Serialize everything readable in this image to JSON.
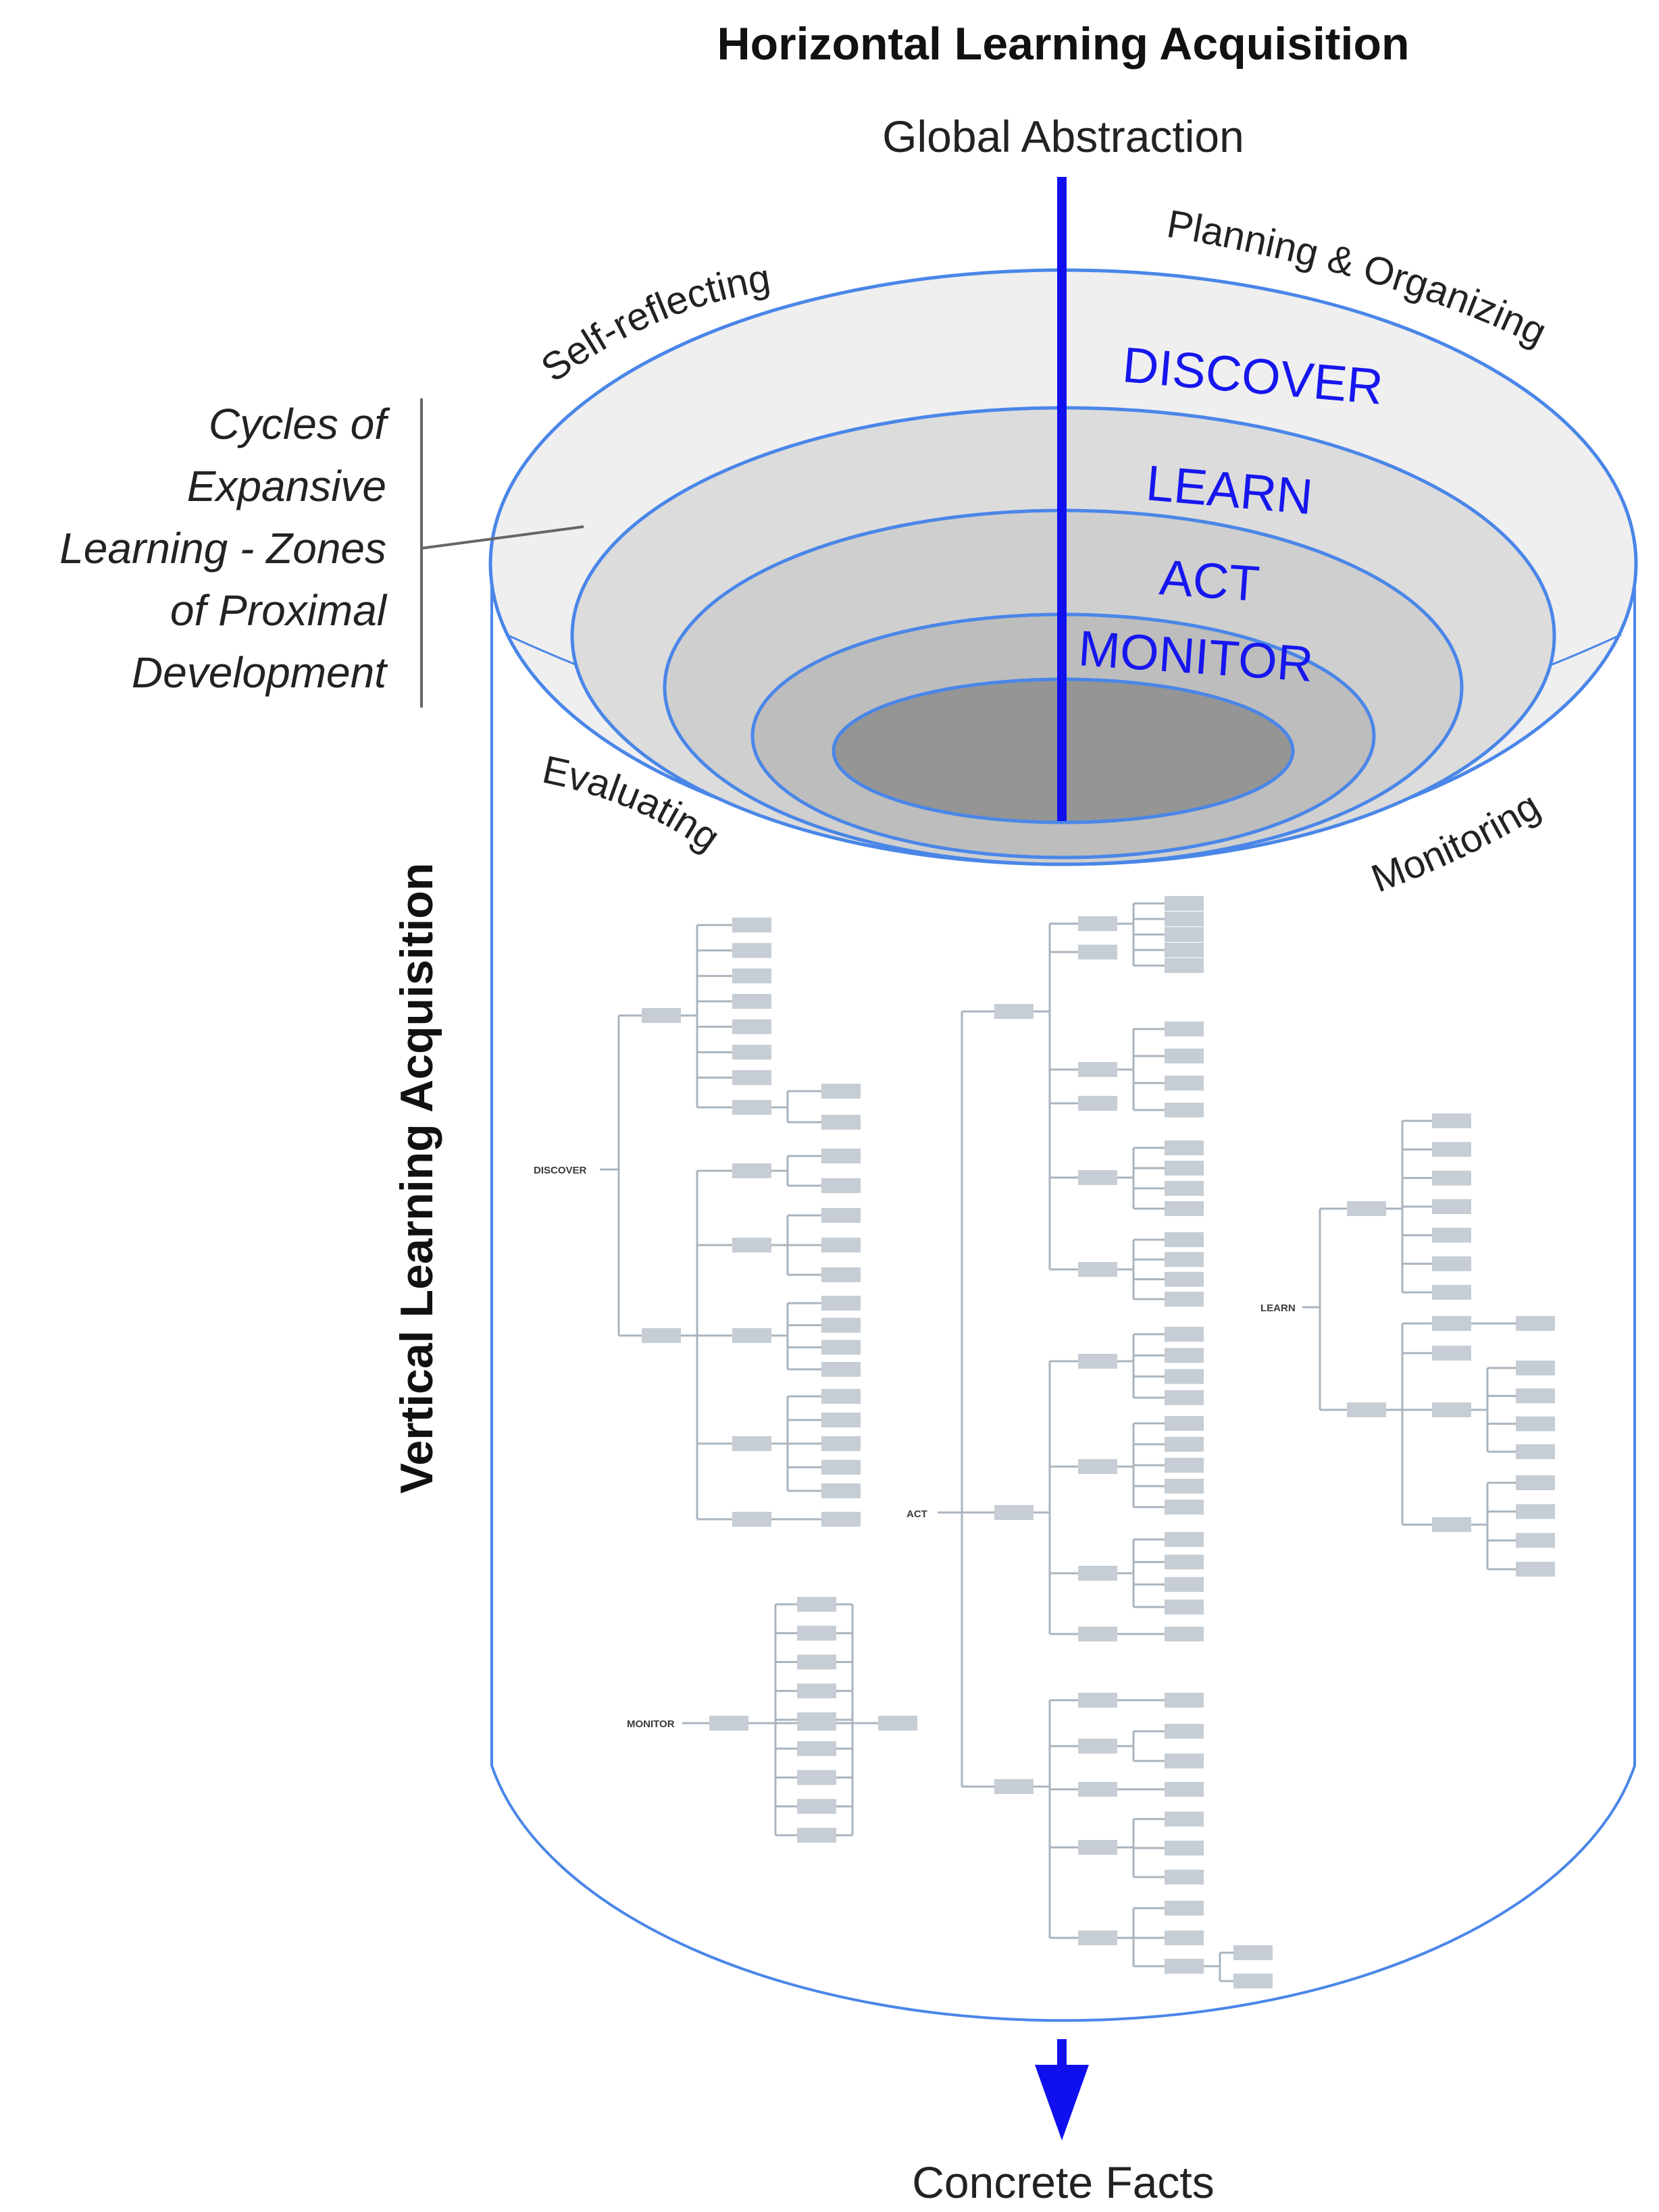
{
  "title": "Horizontal Learning Acquisition",
  "vertical_title": "Vertical Learning Acquisition",
  "top_label": "Global Abstraction",
  "bottom_label": "Concrete Facts",
  "curved_labels": {
    "self_reflecting": "Self-reflecting",
    "planning": "Planning & Organizing",
    "evaluating": "Evaluating",
    "monitoring": "Monitoring"
  },
  "zones": [
    "DISCOVER",
    "LEARN",
    "ACT",
    "MONITOR"
  ],
  "annotation_lines": [
    "Cycles of",
    "Expansive",
    "Learning - Zones",
    "of Proximal",
    "Development"
  ],
  "trees": {
    "discover": "DISCOVER",
    "act": "ACT",
    "learn": "LEARN",
    "monitor": "MONITOR"
  },
  "colors": {
    "ring_stroke": "#4a86e8",
    "axis_arrow": "#1010ee",
    "zone_text": "#1616ee",
    "ring_fills": [
      "#efefef",
      "#dcdcdc",
      "#cfcfcf",
      "#bdbdbd",
      "#959595"
    ],
    "tree_node": "#c6cdd5"
  }
}
